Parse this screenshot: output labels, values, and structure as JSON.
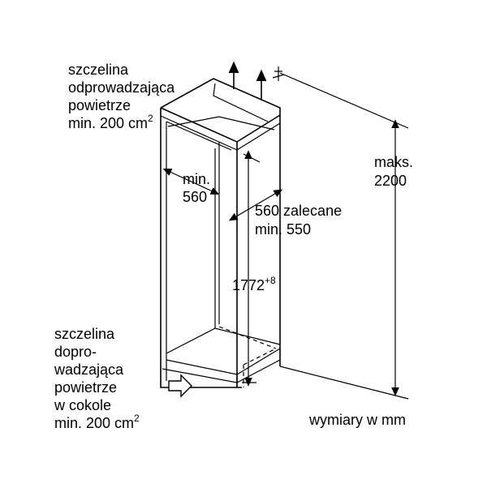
{
  "top_vent": {
    "line1": "szczelina",
    "line2": "odprowadzająca",
    "line3": "powietrze",
    "line4": "min. 200 cm",
    "sup": "2"
  },
  "bottom_vent": {
    "line1": "szczelina",
    "line2": "dopro-",
    "line3": "wadzająca",
    "line4": "powietrze",
    "line5": "w cokole",
    "line6": "min. 200 cm",
    "sup": "2"
  },
  "width_dim": {
    "line1": "min.",
    "line2": "560"
  },
  "depth_dim": {
    "line1": "560 zalecane",
    "line2": "min. 550"
  },
  "height_dim": {
    "value": "1772",
    "sup": "+8"
  },
  "max_height_dim": {
    "line1": "maks.",
    "line2": "2200"
  },
  "units_note": "wymiary w mm"
}
